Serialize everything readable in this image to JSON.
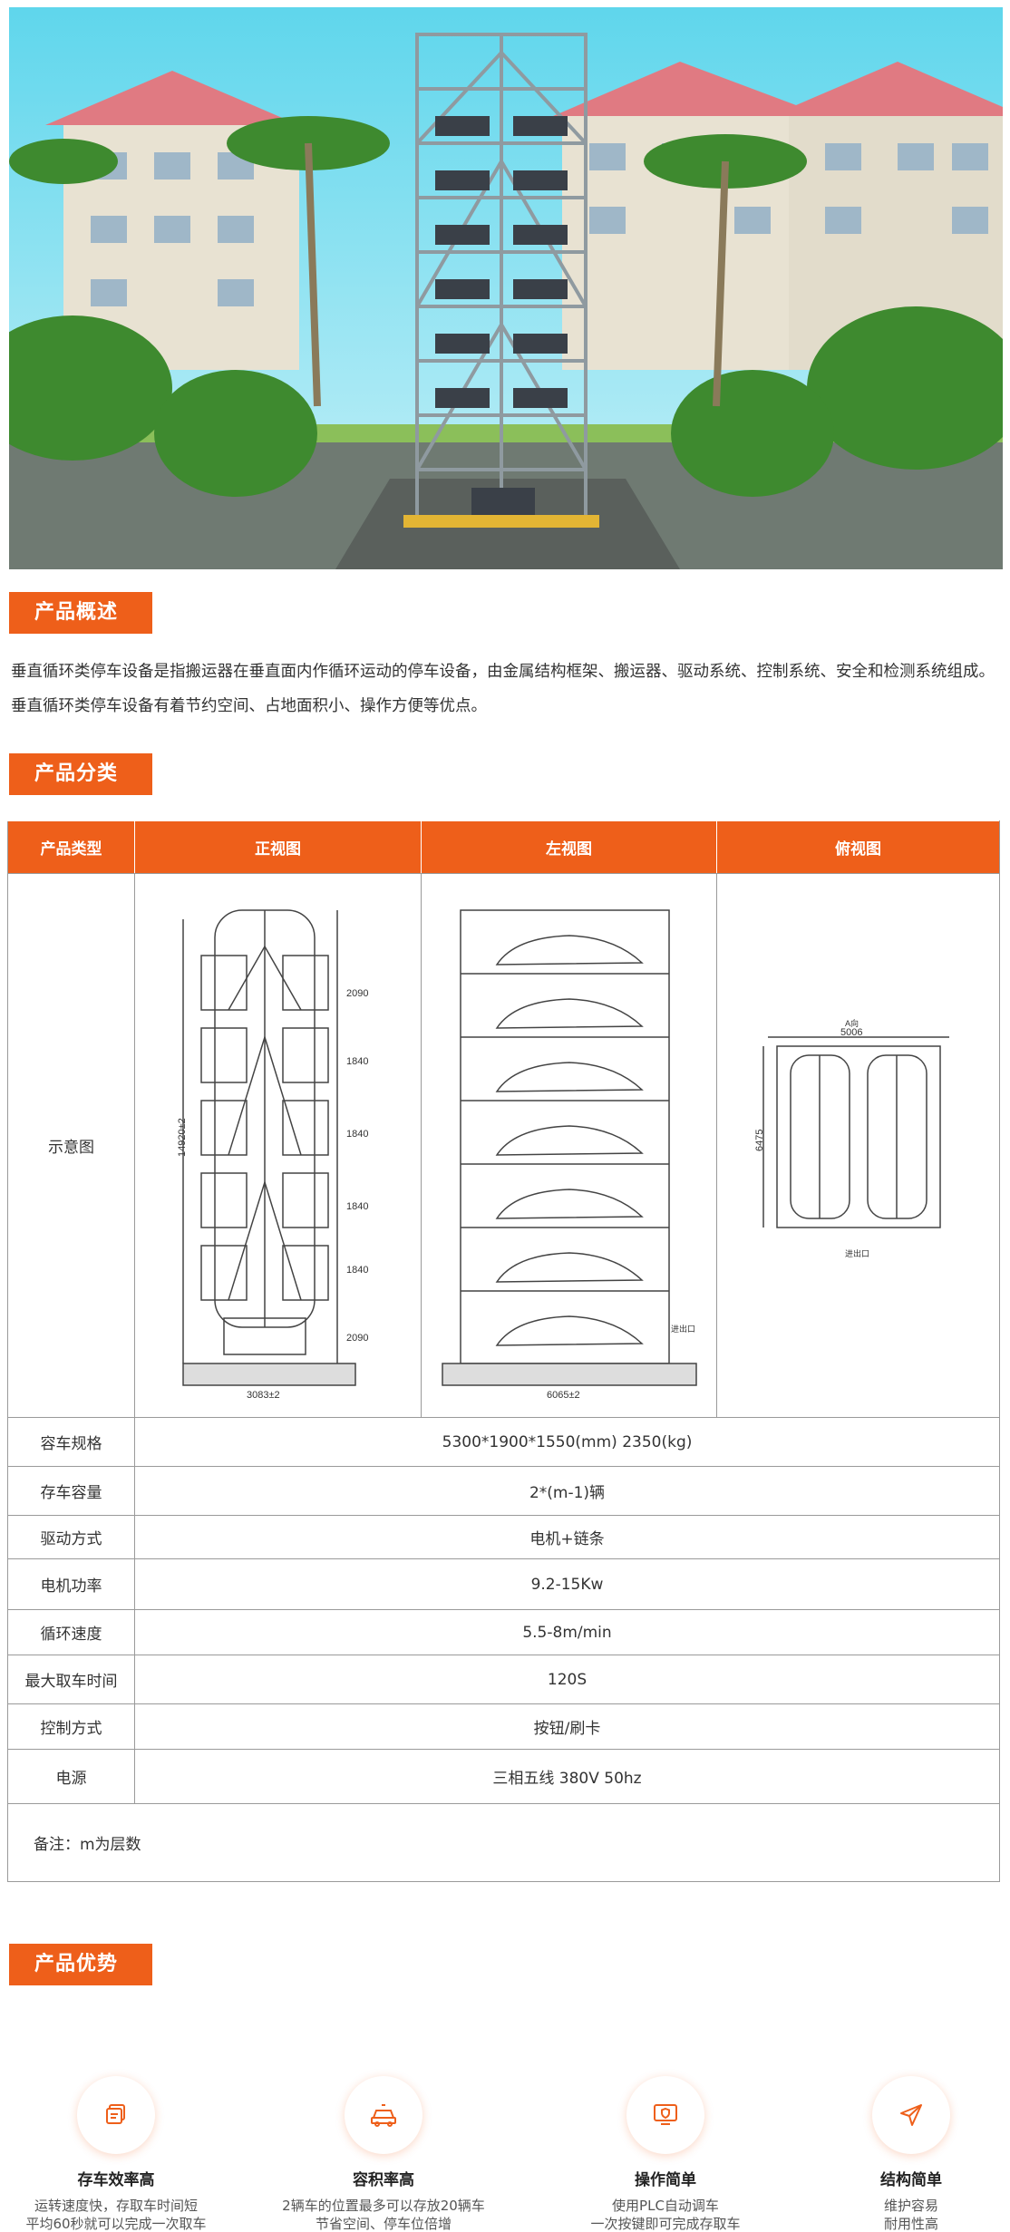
{
  "sections": {
    "overview": "产品概述",
    "classification": "产品分类",
    "advantages": "产品优势"
  },
  "overview": {
    "line1": "垂直循环类停车设备是指搬运器在垂直面内作循环运动的停车设备，由金属结构框架、搬运器、驱动系统、控制系统、安全和检测系统组成。",
    "line2": "垂直循环类停车设备有着节约空间、占地面积小、操作方便等优点。"
  },
  "table": {
    "headers": [
      "产品类型",
      "正视图",
      "左视图",
      "俯视图"
    ],
    "diagram_label": "示意图",
    "front_dims": {
      "d1": "2090",
      "d2": "1840",
      "d3": "1840",
      "d4": "1840",
      "d5": "1840",
      "d6": "2090",
      "height": "14920±2",
      "width": "3083±2"
    },
    "side_dims": {
      "width": "6065±2",
      "exit": "进出口"
    },
    "top_dims": {
      "width": "5006",
      "depth": "6475",
      "mark": "A向",
      "exit": "进出口"
    },
    "rows": [
      {
        "label": "容车规格",
        "value": "5300*1900*1550(mm)    2350(kg)"
      },
      {
        "label": "存车容量",
        "value": "2*(m-1)辆"
      },
      {
        "label": "驱动方式",
        "value": "电机+链条"
      },
      {
        "label": "电机功率",
        "value": "9.2-15Kw"
      },
      {
        "label": "循环速度",
        "value": "5.5-8m/min"
      },
      {
        "label": "最大取车时间",
        "value": "120S"
      },
      {
        "label": "控制方式",
        "value": "按钮/刷卡"
      },
      {
        "label": "电源",
        "value": "三相五线  380V  50hz"
      }
    ],
    "note": "备注：m为层数"
  },
  "advantages": [
    {
      "icon": "stack-icon",
      "title": "存车效率高",
      "desc1": "运转速度快，存取车时间短",
      "desc2": "平均60秒就可以完成一次取车"
    },
    {
      "icon": "car-icon",
      "title": "容积率高",
      "desc1": "2辆车的位置最多可以存放20辆车",
      "desc2": "节省空间、停车位倍增"
    },
    {
      "icon": "shield-screen-icon",
      "title": "操作简单",
      "desc1": "使用PLC自动调车",
      "desc2": "一次按键即可完成存取车"
    },
    {
      "icon": "paper-plane-icon",
      "title": "结构简单",
      "desc1": "维护容易",
      "desc2": "耐用性高"
    }
  ],
  "colors": {
    "accent": "#ee5f1a"
  }
}
